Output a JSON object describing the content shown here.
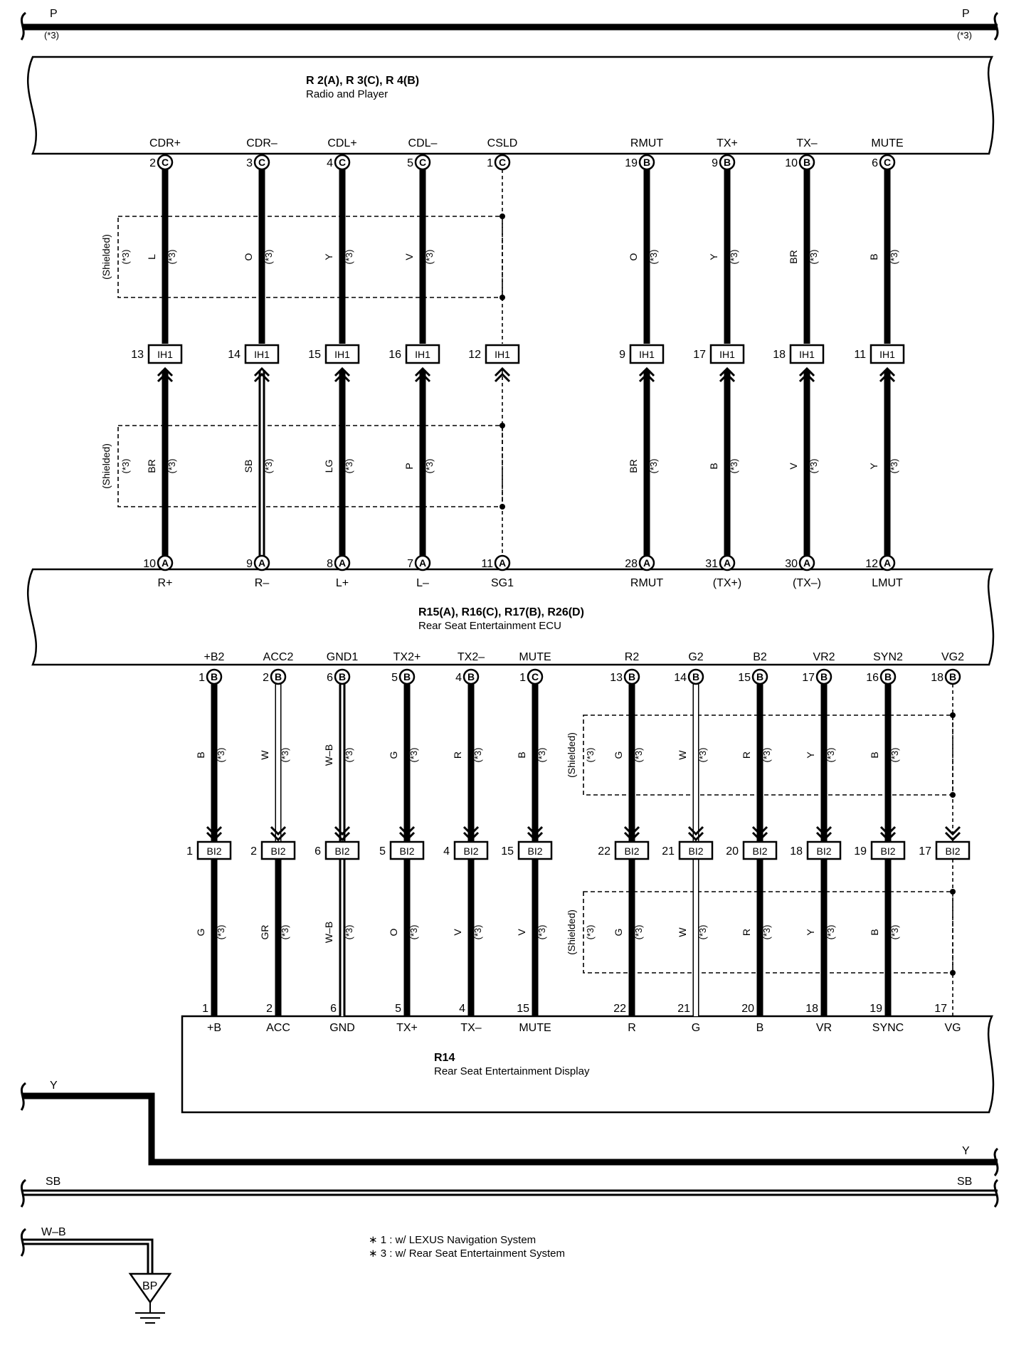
{
  "buses": {
    "p": {
      "label": "P",
      "star": "(*3)"
    },
    "y": {
      "label": "Y"
    },
    "sb": {
      "label": "SB"
    },
    "wb": {
      "label": "W–B"
    },
    "ground": {
      "label": "BP"
    }
  },
  "components": {
    "radio": {
      "title": "R 2(A), R 3(C), R 4(B)",
      "subtitle": "Radio and Player"
    },
    "ecu": {
      "title": "R15(A), R16(C), R17(B), R26(D)",
      "subtitle": "Rear Seat Entertainment ECU"
    },
    "display": {
      "title": "R14",
      "subtitle": "Rear Seat Entertainment Display"
    }
  },
  "connectors": {
    "ih": "IH1",
    "bi": "BI2"
  },
  "star_label": "(*3)",
  "shield_label": "(Shielded)",
  "upper": [
    {
      "top": "CDR+",
      "tpin": "2",
      "tc": "C",
      "uw": "L",
      "ip": "13",
      "lw": "BR",
      "bpin": "10",
      "bc": "A",
      "bot": "R+",
      "style": "solid"
    },
    {
      "top": "CDR–",
      "tpin": "3",
      "tc": "C",
      "uw": "O",
      "ip": "14",
      "lw": "SB",
      "bpin": "9",
      "bc": "A",
      "bot": "R–",
      "style": "solid-lower-striped"
    },
    {
      "top": "CDL+",
      "tpin": "4",
      "tc": "C",
      "uw": "Y",
      "ip": "15",
      "lw": "LG",
      "bpin": "8",
      "bc": "A",
      "bot": "L+",
      "style": "solid"
    },
    {
      "top": "CDL–",
      "tpin": "5",
      "tc": "C",
      "uw": "V",
      "ip": "16",
      "lw": "P",
      "bpin": "7",
      "bc": "A",
      "bot": "L–",
      "style": "solid"
    },
    {
      "top": "CSLD",
      "tpin": "1",
      "tc": "C",
      "uw": "",
      "ip": "12",
      "lw": "",
      "bpin": "11",
      "bc": "A",
      "bot": "SG1",
      "style": "dashed"
    },
    {
      "top": "RMUT",
      "tpin": "19",
      "tc": "B",
      "uw": "O",
      "ip": "9",
      "lw": "BR",
      "bpin": "28",
      "bc": "A",
      "bot": "RMUT",
      "style": "solid"
    },
    {
      "top": "TX+",
      "tpin": "9",
      "tc": "B",
      "uw": "Y",
      "ip": "17",
      "lw": "B",
      "bpin": "31",
      "bc": "A",
      "bot": "(TX+)",
      "style": "solid"
    },
    {
      "top": "TX–",
      "tpin": "10",
      "tc": "B",
      "uw": "BR",
      "ip": "18",
      "lw": "V",
      "bpin": "30",
      "bc": "A",
      "bot": "(TX–)",
      "style": "solid"
    },
    {
      "top": "MUTE",
      "tpin": "6",
      "tc": "C",
      "uw": "B",
      "ip": "11",
      "lw": "Y",
      "bpin": "12",
      "bc": "A",
      "bot": "LMUT",
      "style": "solid"
    }
  ],
  "lower": [
    {
      "top": "+B2",
      "tpin": "1",
      "tc": "B",
      "uw": "B",
      "ip": "1",
      "lw": "G",
      "dpin": "1",
      "bot": "+B",
      "style": "solid"
    },
    {
      "top": "ACC2",
      "tpin": "2",
      "tc": "B",
      "uw": "W",
      "ip": "2",
      "lw": "GR",
      "dpin": "2",
      "bot": "ACC",
      "style": "upper-hollow"
    },
    {
      "top": "GND1",
      "tpin": "6",
      "tc": "B",
      "uw": "W–B",
      "ip": "6",
      "lw": "W–B",
      "dpin": "6",
      "bot": "GND",
      "style": "wb"
    },
    {
      "top": "TX2+",
      "tpin": "5",
      "tc": "B",
      "uw": "G",
      "ip": "5",
      "lw": "O",
      "dpin": "5",
      "bot": "TX+",
      "style": "solid"
    },
    {
      "top": "TX2–",
      "tpin": "4",
      "tc": "B",
      "uw": "R",
      "ip": "4",
      "lw": "V",
      "dpin": "4",
      "bot": "TX–",
      "style": "solid"
    },
    {
      "top": "MUTE",
      "tpin": "1",
      "tc": "C",
      "uw": "B",
      "ip": "15",
      "lw": "V",
      "dpin": "15",
      "bot": "MUTE",
      "style": "solid"
    },
    {
      "top": "R2",
      "tpin": "13",
      "tc": "B",
      "uw": "G",
      "ip": "22",
      "lw": "G",
      "dpin": "22",
      "bot": "R",
      "style": "solid"
    },
    {
      "top": "G2",
      "tpin": "14",
      "tc": "B",
      "uw": "W",
      "ip": "21",
      "lw": "W",
      "dpin": "21",
      "bot": "G",
      "style": "hollow"
    },
    {
      "top": "B2",
      "tpin": "15",
      "tc": "B",
      "uw": "R",
      "ip": "20",
      "lw": "R",
      "dpin": "20",
      "bot": "B",
      "style": "solid"
    },
    {
      "top": "VR2",
      "tpin": "17",
      "tc": "B",
      "uw": "Y",
      "ip": "18",
      "lw": "Y",
      "dpin": "18",
      "bot": "VR",
      "style": "solid"
    },
    {
      "top": "SYN2",
      "tpin": "16",
      "tc": "B",
      "uw": "B",
      "ip": "19",
      "lw": "B",
      "dpin": "19",
      "bot": "SYNC",
      "style": "solid"
    },
    {
      "top": "VG2",
      "tpin": "18",
      "tc": "B",
      "uw": "",
      "ip": "17",
      "lw": "",
      "dpin": "17",
      "bot": "VG",
      "style": "dashed"
    }
  ],
  "notes": [
    "∗ 1 : w/ LEXUS Navigation System",
    "∗ 3 : w/ Rear Seat Entertainment System"
  ]
}
